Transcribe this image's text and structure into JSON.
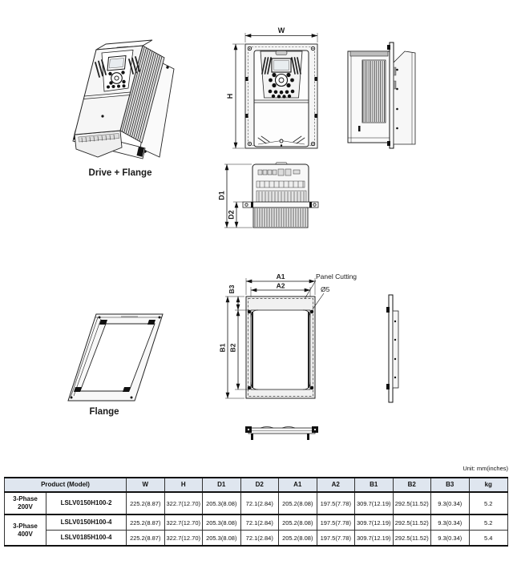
{
  "page": {
    "unit_note": "Unit: mm(inches)"
  },
  "figures": {
    "drive_flange_label": "Drive + Flange",
    "flange_label": "Flange",
    "panel_cutting_label": "Panel Cutting",
    "hole_label": "Ø5"
  },
  "dims": {
    "w": "W",
    "h": "H",
    "d1": "D1",
    "d2": "D2",
    "a1": "A1",
    "a2": "A2",
    "b1": "B1",
    "b2": "B2",
    "b3": "B3"
  },
  "table": {
    "product_header": "Product (Model)",
    "columns": [
      "W",
      "H",
      "D1",
      "D2",
      "A1",
      "A2",
      "B1",
      "B2",
      "B3",
      "kg"
    ],
    "rows": [
      {
        "phase": "3-Phase 200V",
        "model": "LSLV0150H100-2",
        "values": [
          "225.2(8.87)",
          "322.7(12.70)",
          "205.3(8.08)",
          "72.1(2.84)",
          "205.2(8.08)",
          "197.5(7.78)",
          "309.7(12.19)",
          "292.5(11.52)",
          "9.3(0.34)",
          "5.2"
        ]
      },
      {
        "phase": "3-Phase 400V",
        "model": "LSLV0150H100-4",
        "values": [
          "225.2(8.87)",
          "322.7(12.70)",
          "205.3(8.08)",
          "72.1(2.84)",
          "205.2(8.08)",
          "197.5(7.78)",
          "309.7(12.19)",
          "292.5(11.52)",
          "9.3(0.34)",
          "5.2"
        ]
      },
      {
        "model": "LSLV0185H100-4",
        "values": [
          "225.2(8.87)",
          "322.7(12.70)",
          "205.3(8.08)",
          "72.1(2.84)",
          "205.2(8.08)",
          "197.5(7.78)",
          "309.7(12.19)",
          "292.5(11.52)",
          "9.3(0.34)",
          "5.4"
        ]
      }
    ]
  }
}
